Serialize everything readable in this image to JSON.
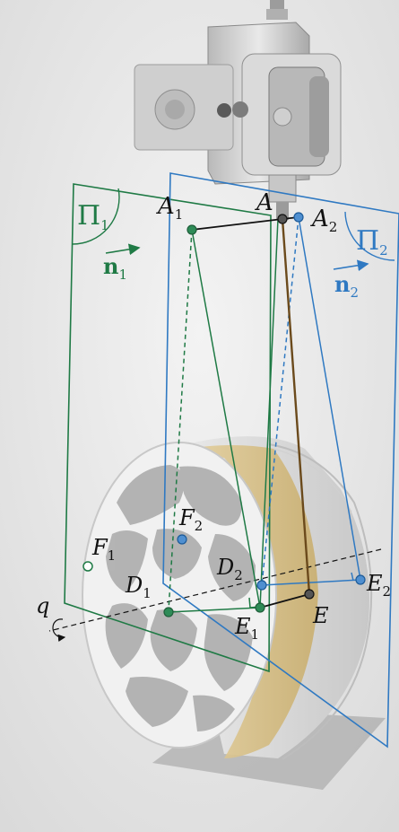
{
  "colors": {
    "green": "#1f7a45",
    "blue": "#2f79c2",
    "black": "#111111",
    "gold": "#d8c089",
    "background": "#e8e8e8"
  },
  "labels": {
    "Pi1": {
      "main": "Π",
      "sub": "1"
    },
    "Pi2": {
      "main": "Π",
      "sub": "2"
    },
    "n1": {
      "main": "n",
      "sub": "1"
    },
    "n2": {
      "main": "n",
      "sub": "2"
    },
    "A": {
      "main": "A",
      "sub": ""
    },
    "A1": {
      "main": "A",
      "sub": "1"
    },
    "A2": {
      "main": "A",
      "sub": "2"
    },
    "F1": {
      "main": "F",
      "sub": "1"
    },
    "F2": {
      "main": "F",
      "sub": "2"
    },
    "D1": {
      "main": "D",
      "sub": "1"
    },
    "D2": {
      "main": "D",
      "sub": "2"
    },
    "E": {
      "main": "E",
      "sub": ""
    },
    "E1": {
      "main": "E",
      "sub": "1"
    },
    "E2": {
      "main": "E",
      "sub": "2"
    },
    "q": {
      "main": "q",
      "sub": ""
    }
  }
}
